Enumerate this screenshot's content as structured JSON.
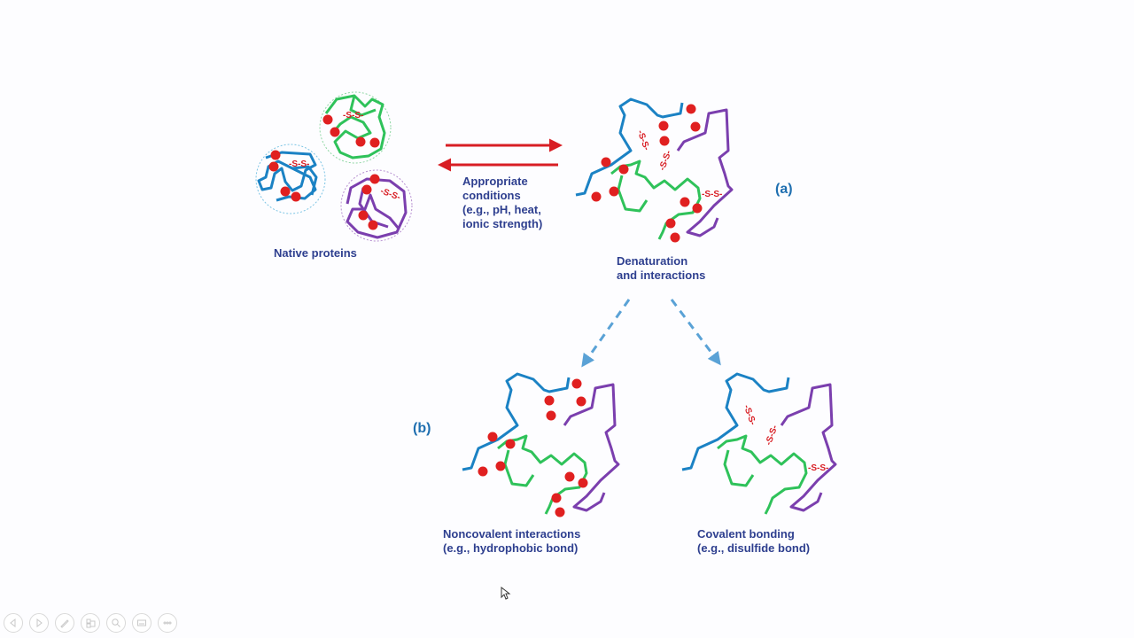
{
  "slide": {
    "native_label": "Native proteins",
    "conditions_label": "Appropriate\nconditions\n(e.g., pH, heat,\nionic strength)",
    "denature_label": "Denaturation\nand interactions",
    "panel_a": "(a)",
    "panel_b": "(b)",
    "noncovalent_label": "Noncovalent interactions\n(e.g., hydrophobic bond)",
    "covalent_label": "Covalent bonding\n(e.g., disulfide bond)",
    "disulfide_text": "-S-S-"
  },
  "colors": {
    "blue_chain": "#1b82c4",
    "green_chain": "#2fc25a",
    "purple_chain": "#7b3fae",
    "hydrophobic_dot": "#e02020",
    "arrow_red": "#d81e24",
    "dashed_arrow": "#5aa2d6",
    "label_text": "#2e3f8f"
  },
  "toolbar": {
    "buttons": [
      "previous-slide",
      "next-slide",
      "pen",
      "slides-view",
      "zoom",
      "subtitles",
      "more-options"
    ]
  }
}
